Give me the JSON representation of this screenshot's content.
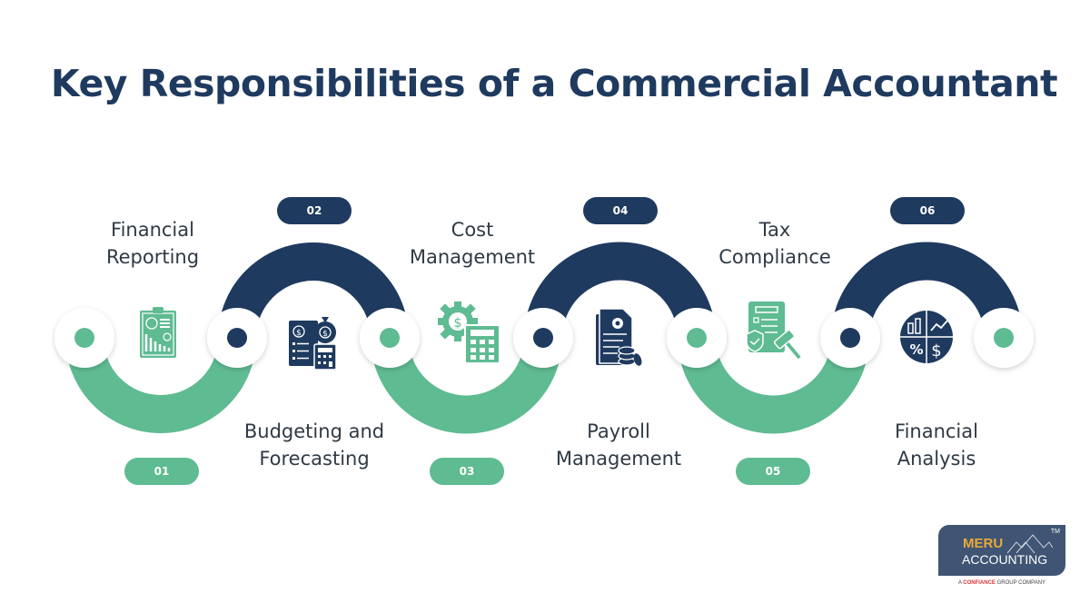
{
  "title": "Key Responsibilities of a Commercial Accountant",
  "steps": [
    {
      "number": "01",
      "label_line1": "Financial",
      "label_line2": "Reporting",
      "icon": "report-clipboard-icon",
      "color": "#5fbb92"
    },
    {
      "number": "02",
      "label_line1": "Budgeting and",
      "label_line2": "Forecasting",
      "icon": "budget-calculator-icon",
      "color": "#1f3a5f"
    },
    {
      "number": "03",
      "label_line1": "Cost",
      "label_line2": "Management",
      "icon": "cost-gear-calculator-icon",
      "color": "#5fbb92"
    },
    {
      "number": "04",
      "label_line1": "Payroll",
      "label_line2": "Management",
      "icon": "payroll-document-coins-icon",
      "color": "#1f3a5f"
    },
    {
      "number": "05",
      "label_line1": "Tax",
      "label_line2": "Compliance",
      "icon": "tax-document-gavel-icon",
      "color": "#5fbb92"
    },
    {
      "number": "06",
      "label_line1": "Financial",
      "label_line2": "Analysis",
      "icon": "analysis-pie-icon",
      "color": "#1f3a5f"
    }
  ],
  "logo": {
    "brand_top": "MERU",
    "brand_bottom": "ACCOUNTING",
    "trademark": "TM",
    "tagline_prefix": "A",
    "tagline_brand": "CONFIANCE",
    "tagline_suffix": "GROUP COMPANY"
  },
  "colors": {
    "navy": "#1f3a5f",
    "green": "#5fbb92",
    "text": "#2f3a45"
  }
}
